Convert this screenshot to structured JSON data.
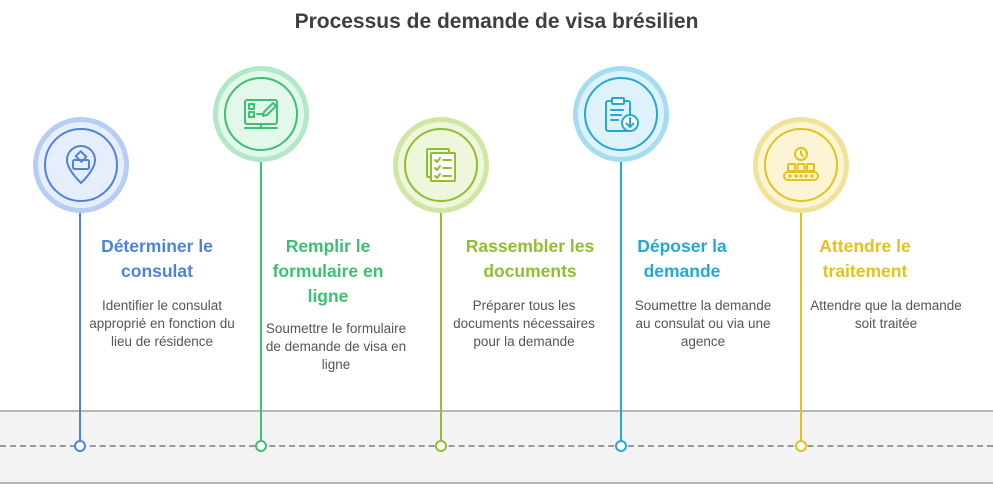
{
  "title": "Processus de demande de visa brésilien",
  "steps": [
    {
      "heading": "Déterminer le consulat",
      "description": "Identifier le consulat approprié en fonction du lieu de résidence",
      "icon": "location-pin-icon",
      "color": "#4f82e0",
      "light": "#e6eefc",
      "ring": "#b7cdf5"
    },
    {
      "heading": "Remplir le formulaire en ligne",
      "description": "Soumettre le formulaire de demande de visa en ligne",
      "icon": "online-form-icon",
      "color": "#3cc071",
      "light": "#e3f7ea",
      "ring": "#b1e8c5"
    },
    {
      "heading": "Rassembler les documents",
      "description": "Préparer tous les documents nécessaires pour la demande",
      "icon": "documents-checklist-icon",
      "color": "#8fbf2f",
      "light": "#eef6dc",
      "ring": "#d0e6a3"
    },
    {
      "heading": "Déposer la demande",
      "description": "Soumettre la demande au consulat ou via une agence",
      "icon": "clipboard-submit-icon",
      "color": "#22a9d8",
      "light": "#dff2fa",
      "ring": "#a6dcef"
    },
    {
      "heading": "Attendre le traitement",
      "description": "Attendre que la demande soit traitée",
      "icon": "processing-wait-icon",
      "color": "#e3c21c",
      "light": "#fbf5d6",
      "ring": "#f1e29a"
    }
  ]
}
